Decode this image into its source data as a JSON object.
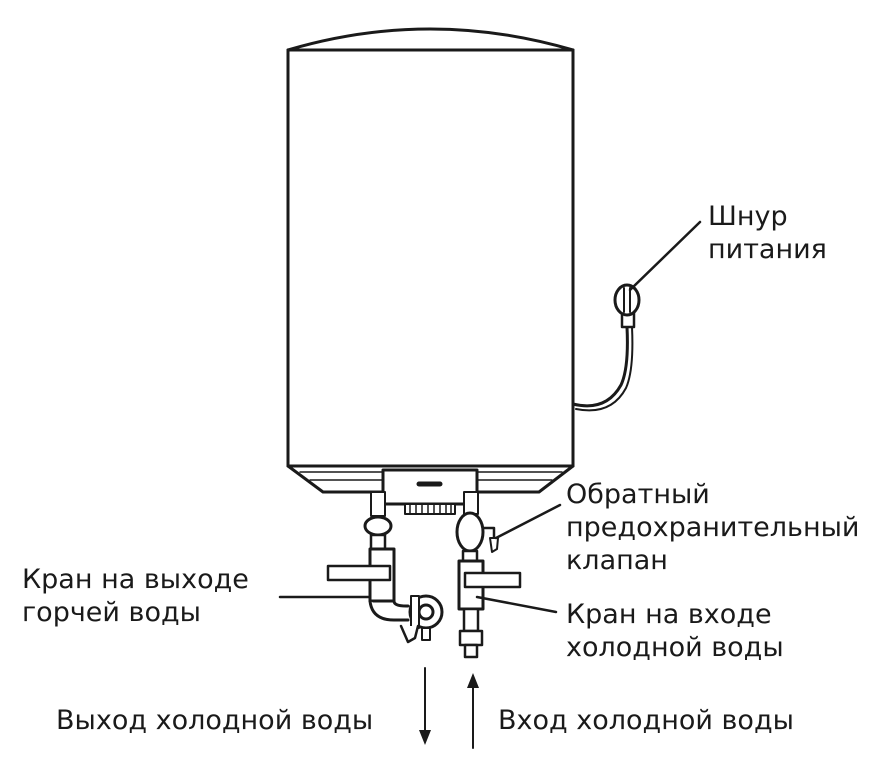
{
  "labels": {
    "power_cord": [
      "Шнур",
      "питания"
    ],
    "check_valve": [
      "Обратный",
      "предохранительный",
      "клапан"
    ],
    "hot_outlet_tap": [
      "Кран на выходе",
      "горчей воды"
    ],
    "cold_inlet_tap": [
      "Кран на входе",
      "холодной воды"
    ],
    "cold_outlet": "Выход холодной воды",
    "cold_inlet": "Вход холодной воды"
  }
}
